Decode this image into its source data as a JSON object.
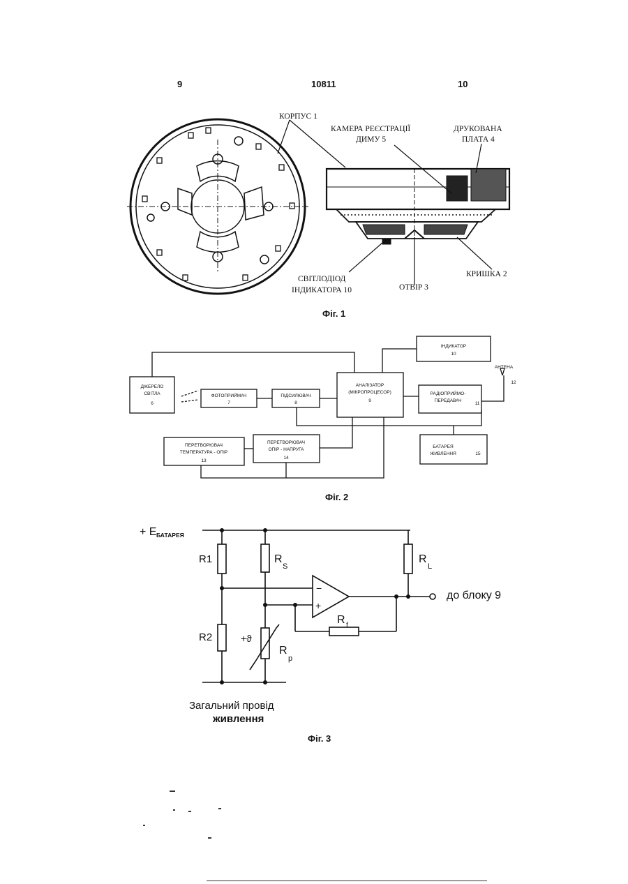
{
  "header": {
    "left_page": "9",
    "doc_number": "10811",
    "right_page": "10"
  },
  "fig1": {
    "caption": "Фіг. 1",
    "labels": {
      "body": "КОРПУС 1",
      "chamber_l1": "КАМЕРА РЕЄСТРАЦІЇ",
      "chamber_l2": "ДИМУ 5",
      "board_l1": "ДРУКОВАНА",
      "board_l2": "ПЛАТА 4",
      "led_l1": "СВІТЛОДІОД",
      "led_l2": "ІНДИКАТОРА 10",
      "hole": "ОТВІР 3",
      "cover": "КРИШКА 2"
    }
  },
  "fig2": {
    "caption": "Фіг. 2",
    "blocks": {
      "light_l1": "ДЖЕРЕЛО",
      "light_l2": "СВІТЛА",
      "light_n": "6",
      "photo_l1": "ФОТОПРИЙМАЧ",
      "photo_n": "7",
      "amp_l1": "ПІДСИЛЮВАЧ",
      "amp_n": "8",
      "an_l1": "АНАЛІЗАТОР",
      "an_l2": "(МІКРОПРОЦЕСОР)",
      "an_n": "9",
      "ind_l1": "ІНДИКАТОР",
      "ind_n": "10",
      "radio_l1": "РАДІОПРИЙМО-",
      "radio_l2": "ПЕРЕДАВАЧ",
      "radio_n": "11",
      "antenna": "АНТЕНА",
      "antenna_n": "12",
      "temp_l1": "ПЕРЕТВОРЮВАЧ",
      "temp_l2": "ТЕМПЕРАТУРА - ОПІР",
      "temp_n": "13",
      "res_l1": "ПЕРЕТВОРЮВАЧ",
      "res_l2": "ОПІР - НАПРУГА",
      "res_n": "14",
      "bat_l1": "БАТАРЕЯ",
      "bat_l2": "ЖИВЛЕННЯ",
      "bat_n": "15"
    }
  },
  "fig3": {
    "caption": "Фіг. 3",
    "supply_plus": "+ E",
    "supply_sub": "БАТАРЕЯ",
    "r1": "R1",
    "r2": "R2",
    "rs_main": "R",
    "rs_sub": "S",
    "rl_main": "R",
    "rl_sub": "L",
    "rf_main": "R",
    "rf_sub": "f",
    "rp_main": "R",
    "rp_sub": "p",
    "theta": "+ϑ",
    "minus": "−",
    "plus": "+",
    "output": "до блоку 9",
    "ground_l1": "Загальний провід",
    "ground_l2": "живлення"
  }
}
